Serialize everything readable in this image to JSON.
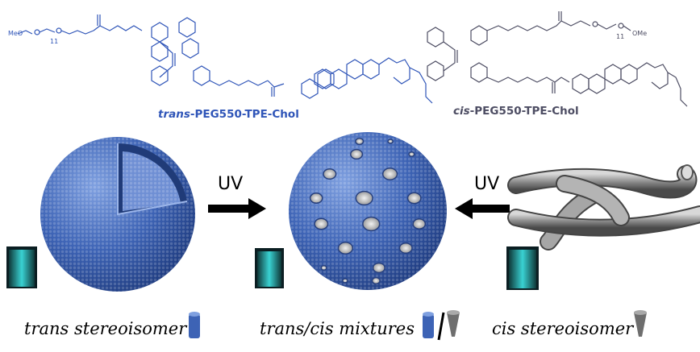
{
  "molecules": {
    "trans": {
      "label_prefix": "trans",
      "label_rest": "-PEG550-TPE-Chol",
      "peg_repeat": "11"
    },
    "cis": {
      "label_prefix": "cis",
      "label_rest": "-PEG550-TPE-Chol",
      "peg_repeat": "11"
    }
  },
  "arrows": {
    "left_label": "UV",
    "right_label": "UV"
  },
  "captions": {
    "left": "trans stereoisomer",
    "middle": "trans/cis mixtures",
    "right": "cis stereoisomer"
  },
  "colors": {
    "trans_blue": "#2f55b8",
    "sphere_blue": "#3d63b5",
    "cis_gray": "#4d4d63",
    "vial_cyan": "#3ee6e6"
  }
}
